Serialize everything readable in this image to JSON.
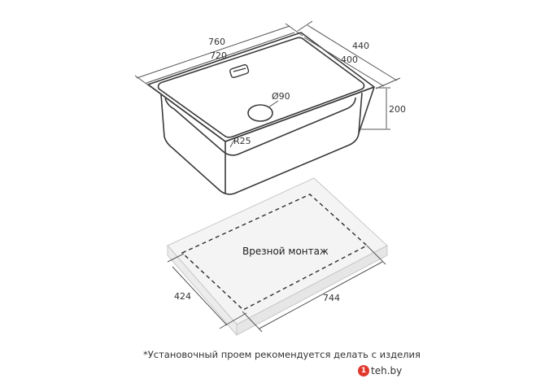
{
  "dimensions": {
    "overall_length": "760",
    "inner_length": "720",
    "overall_width": "440",
    "inner_width": "400",
    "depth": "200",
    "drain_diameter": "Ø90",
    "corner_radius": "R25",
    "cutout_width": "424",
    "cutout_length": "744"
  },
  "cutout": {
    "label": "Врезной монтаж"
  },
  "footnote": "*Установочный проем рекомендуется делать с изделия",
  "watermark": {
    "text": "teh.by",
    "icon": "1-circle-icon"
  },
  "colors": {
    "line": "#3a3a3a",
    "dim_line": "#555555",
    "slab_fill": "#f2f2f2",
    "watermark_accent": "#e03a2f"
  }
}
